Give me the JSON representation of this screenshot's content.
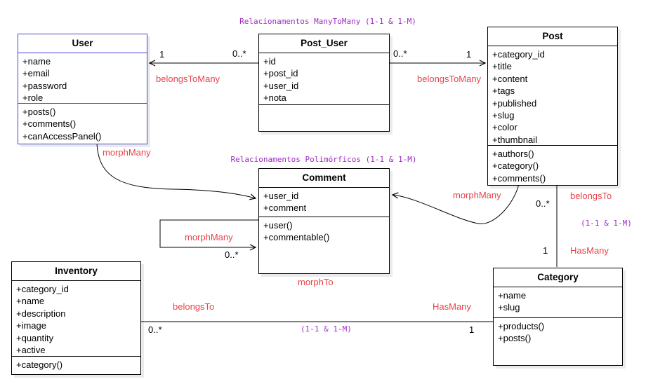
{
  "colors": {
    "box_border": "#000000",
    "user_border": "#4245cf",
    "relation_label": "#e8434a",
    "annotation": "#9f2bc4",
    "wire": "#000000",
    "background": "#ffffff"
  },
  "annotations": {
    "many_to_many": "Relacionamentos ManyToMany (1-1 & 1-M)",
    "polymorphic": "Relacionamentos Polimórficos (1-1 & 1-M)"
  },
  "classes": {
    "user": {
      "title": "User",
      "attributes": [
        "+name",
        "+email",
        "+password",
        "+role"
      ],
      "methods": [
        "+posts()",
        "+comments()",
        "+canAccessPanel()"
      ]
    },
    "post_user": {
      "title": "Post_User",
      "attributes": [
        "+id",
        "+post_id",
        "+user_id",
        "+nota"
      ],
      "methods": []
    },
    "post": {
      "title": "Post",
      "attributes": [
        "+category_id",
        "+title",
        "+content",
        "+tags",
        "+published",
        "+slug",
        "+color",
        "+thumbnail"
      ],
      "methods": [
        "+authors()",
        "+category()",
        "+comments()"
      ]
    },
    "comment": {
      "title": "Comment",
      "attributes": [
        "+user_id",
        "+comment"
      ],
      "methods": [
        "+user()",
        "+commentable()"
      ]
    },
    "inventory": {
      "title": "Inventory",
      "attributes": [
        "+category_id",
        "+name",
        "+description",
        "+image",
        "+quantity",
        "+active"
      ],
      "methods": [
        "+category()"
      ]
    },
    "category": {
      "title": "Category",
      "attributes": [
        "+name",
        "+slug"
      ],
      "methods": [
        "+products()",
        "+posts()"
      ]
    }
  },
  "relationships": {
    "user_post_user": {
      "label": "belongsToMany",
      "user_mult": "1",
      "post_user_mult": "0..*"
    },
    "post_user_post": {
      "label": "belongsToMany",
      "post_user_mult": "0..*",
      "post_mult": "1"
    },
    "user_comment": {
      "label": "morphMany"
    },
    "comment_self": {
      "label": "morphMany",
      "comment_mult": "0..*"
    },
    "comment_morph_to": {
      "label": "morphTo"
    },
    "post_comment": {
      "label": "morphMany"
    },
    "post_category": {
      "label_near_post": "belongsTo",
      "cardinality_note": "(1-1 & 1-M)",
      "label_near_category": "HasMany",
      "post_mult": "0..*",
      "category_mult": "1"
    },
    "inventory_category": {
      "label_near_inventory": "belongsTo",
      "label_near_category": "HasMany",
      "cardinality_note": "(1-1 & 1-M)",
      "inventory_mult": "0..*",
      "category_mult": "1"
    }
  }
}
